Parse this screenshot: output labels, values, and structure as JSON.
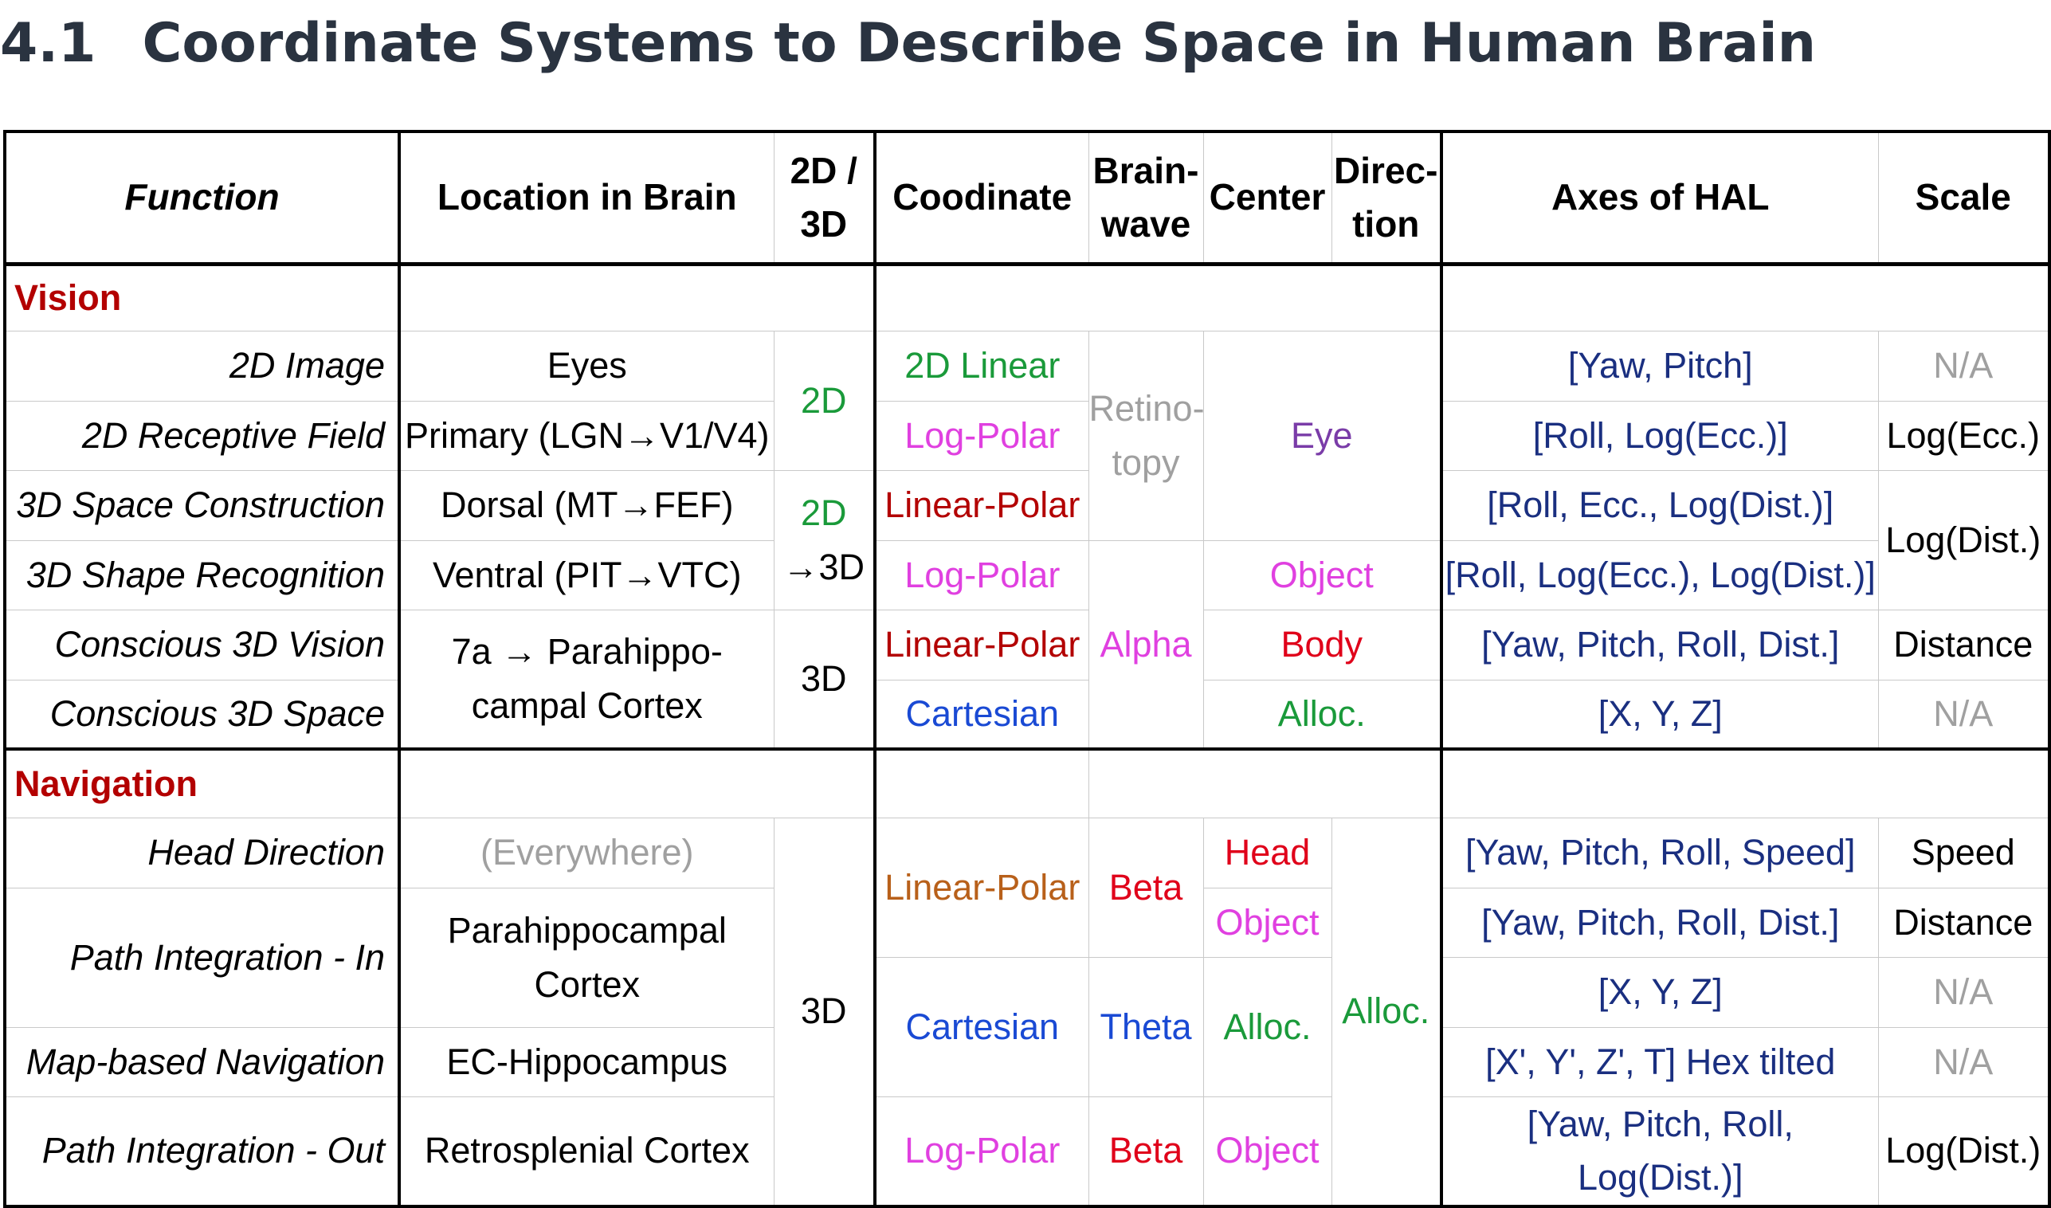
{
  "section": {
    "number": "4.1",
    "title": "Coordinate Systems to Describe Space in Human Brain"
  },
  "headers": {
    "function": "Function",
    "location": "Location in Brain",
    "dim_1": "2D /",
    "dim_2": "3D",
    "coordinate": "Coodinate",
    "wave_1": "Brain-",
    "wave_2": "wave",
    "center": "Center",
    "dir_1": "Direc-",
    "dir_2": "tion",
    "axes": "Axes of HAL",
    "scale": "Scale"
  },
  "vision": {
    "label": "Vision",
    "functions": [
      "2D Image",
      "2D Receptive Field",
      "3D Space Construction",
      "3D Shape Recognition",
      "Conscious 3D Vision",
      "Conscious 3D Space"
    ],
    "locations": [
      "Eyes",
      "Primary (LGN→V1/V4)",
      "Dorsal (MT→FEF)",
      "Ventral (PIT→VTC)",
      "7a → Parahippo-",
      "campal Cortex"
    ],
    "dims": [
      "2D",
      "2D",
      "→3D",
      "3D"
    ],
    "coordinates": [
      "2D Linear",
      "Log-Polar",
      "Linear-Polar",
      "Log-Polar",
      "Linear-Polar",
      "Cartesian"
    ],
    "waves": [
      "Retino-",
      "topy",
      "Alpha"
    ],
    "centers": [
      "Eye",
      "Object",
      "Body",
      "Alloc."
    ],
    "axes": [
      "[Yaw, Pitch]",
      "[Roll, Log(Ecc.)]",
      "[Roll, Ecc., Log(Dist.)]",
      "[Roll, Log(Ecc.), Log(Dist.)]",
      "[Yaw, Pitch, Roll, Dist.]",
      "[X, Y, Z]"
    ],
    "scales": [
      "N/A",
      "Log(Ecc.)",
      "Log(Dist.)",
      "Distance",
      "N/A"
    ]
  },
  "navigation": {
    "label": "Navigation",
    "functions": [
      "Head Direction",
      "Path Integration - In",
      "Map-based Navigation",
      "Path Integration - Out"
    ],
    "locations": [
      "(Everywhere)",
      "Parahippocampal",
      "Cortex",
      "EC-Hippocampus",
      "Retrosplenial Cortex"
    ],
    "dims": [
      "3D"
    ],
    "coordinates": [
      "Linear-Polar",
      "Cartesian",
      "Log-Polar"
    ],
    "waves": [
      "Beta",
      "Theta",
      "Beta"
    ],
    "centers": [
      "Head",
      "Object",
      "Alloc.",
      "Object"
    ],
    "directions": [
      "Alloc."
    ],
    "axes": [
      "[Yaw, Pitch, Roll, Speed]",
      "[Yaw, Pitch, Roll, Dist.]",
      "[X, Y, Z]",
      "[X', Y', Z', T] Hex tilted",
      "[Yaw, Pitch, Roll, Log(Dist.)]"
    ],
    "scales": [
      "Speed",
      "Distance",
      "N/A",
      "N/A",
      "Log(Dist.)"
    ]
  },
  "colors": {
    "vision_label": "#b30000",
    "navigation_label": "#b30000",
    "green": "#1a9a3a",
    "magenta": "#e040e0",
    "dark_red": "#b30000",
    "gray": "#a0a0a0",
    "purple": "#7a3ca8",
    "red": "#e0001a",
    "blue": "#1a4ad4",
    "navy": "#1a2f80",
    "brown": "#b8601a"
  }
}
